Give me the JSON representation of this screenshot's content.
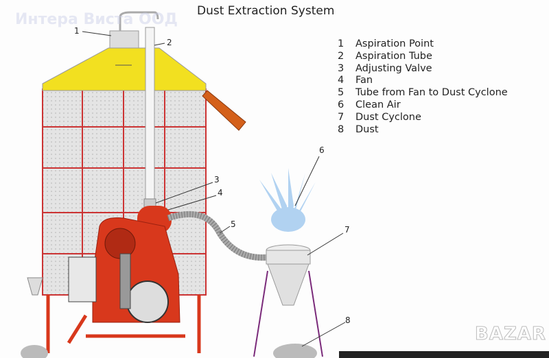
{
  "title": "Dust Extraction System",
  "watermark": "Интера Виста ООД",
  "logo": "BAZAR",
  "legend": [
    {
      "num": "1",
      "label": "Aspiration Point"
    },
    {
      "num": "2",
      "label": "Aspiration Tube"
    },
    {
      "num": "3",
      "label": "Adjusting Valve"
    },
    {
      "num": "4",
      "label": "Fan"
    },
    {
      "num": "5",
      "label": "Tube from Fan to Dust Cyclone"
    },
    {
      "num": "6",
      "label": "Clean Air"
    },
    {
      "num": "7",
      "label": "Dust Cyclone"
    },
    {
      "num": "8",
      "label": "Dust"
    }
  ],
  "callouts": [
    "1",
    "2",
    "3",
    "4",
    "5",
    "6",
    "7",
    "8"
  ],
  "colors": {
    "roof": "#f2e020",
    "frame": "#d8381c",
    "chute": "#d4601a",
    "air": "#9fc8ef"
  }
}
